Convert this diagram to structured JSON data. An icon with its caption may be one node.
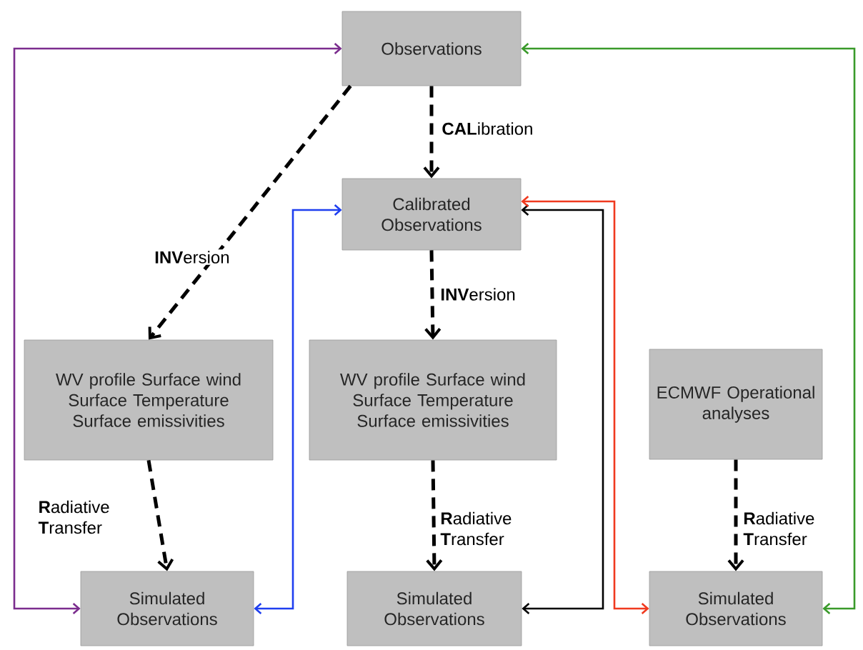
{
  "diagram": {
    "nodes": [
      {
        "text": [
          "Observations"
        ]
      },
      {
        "text": [
          "Calibrated Observations"
        ]
      },
      {
        "text": [
          "WV profile Surface wind Surface Temperature Surface emissivities"
        ]
      },
      {
        "text": [
          "WV profile Surface wind Surface Temperature Surface emissivities"
        ]
      },
      {
        "text": [
          "ECMWF Operational analyses"
        ]
      },
      {
        "text": [
          "Simulated Observations"
        ]
      },
      {
        "text": [
          "Simulated Observations"
        ]
      },
      {
        "text": [
          "Simulated Observations"
        ]
      }
    ],
    "edges": [
      {
        "from": 0,
        "to": 5,
        "arrow": "both",
        "color": "#7b2d8e"
      },
      {
        "from": 0,
        "to": 7,
        "arrow": "both",
        "color": "#3a9a2a"
      },
      {
        "from": 0,
        "to": 1,
        "arrow": "to",
        "style": "dashed",
        "label": "**CAL**ibration"
      },
      {
        "from": 0,
        "to": 2,
        "arrow": "to",
        "style": "dashed",
        "label": "**INV**ersion"
      },
      {
        "from": 5,
        "to": 1,
        "arrow": "both",
        "color": "#1f3ff0"
      },
      {
        "from": 6,
        "to": 1,
        "arrow": "both"
      },
      {
        "from": 7,
        "to": 1,
        "arrow": "both",
        "color": "#f03a1f"
      },
      {
        "from": 1,
        "to": 3,
        "arrow": "to",
        "style": "dashed",
        "label": "**INV**ersion"
      },
      {
        "from": 2,
        "to": 5,
        "arrow": "to",
        "style": "dashed",
        "label": "**R**adiative **T**ransfer"
      },
      {
        "from": 3,
        "to": 6,
        "arrow": "to",
        "style": "dashed",
        "label": "**R**adiative **T**ransfer"
      },
      {
        "from": 4,
        "to": 7,
        "arrow": "to",
        "style": "dashed",
        "label": "**R**adiative **T**ransfer"
      }
    ]
  }
}
